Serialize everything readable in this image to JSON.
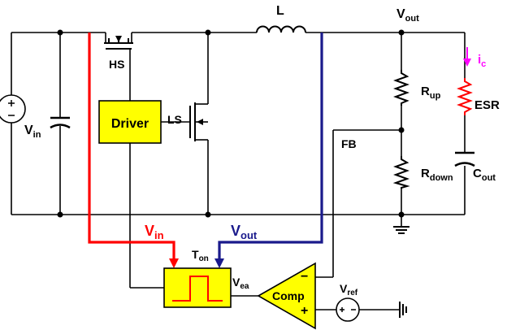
{
  "labels": {
    "inductor": "L",
    "vout_top_main": "V",
    "vout_top_sub": "out",
    "high_side": "HS",
    "low_side": "LS",
    "driver": "Driver",
    "vin_main": "V",
    "vin_sub": "in",
    "r_up_main": "R",
    "r_up_sub": "up",
    "r_down_main": "R",
    "r_down_sub": "down",
    "esr": "ESR",
    "ic_main": "i",
    "ic_sub": "c",
    "c_out_main": "C",
    "c_out_sub": "out",
    "fb": "FB",
    "vin_ctrl_main": "V",
    "vin_ctrl_sub": "in",
    "vout_ctrl_main": "V",
    "vout_ctrl_sub": "out",
    "ton_main": "T",
    "ton_sub": "on",
    "vea_main": "V",
    "vea_sub": "ea",
    "comp": "Comp",
    "minus": "−",
    "plus": "+",
    "vref_main": "V",
    "vref_sub": "ref"
  },
  "colors": {
    "wire": "#000000",
    "vin_path": "#ff0000",
    "vout_path": "#1a1a8c",
    "block_fill": "#ffff00",
    "esr_path": "#ff0000",
    "ic_arrow": "#ff00ff",
    "pulse": "#ff0000"
  }
}
